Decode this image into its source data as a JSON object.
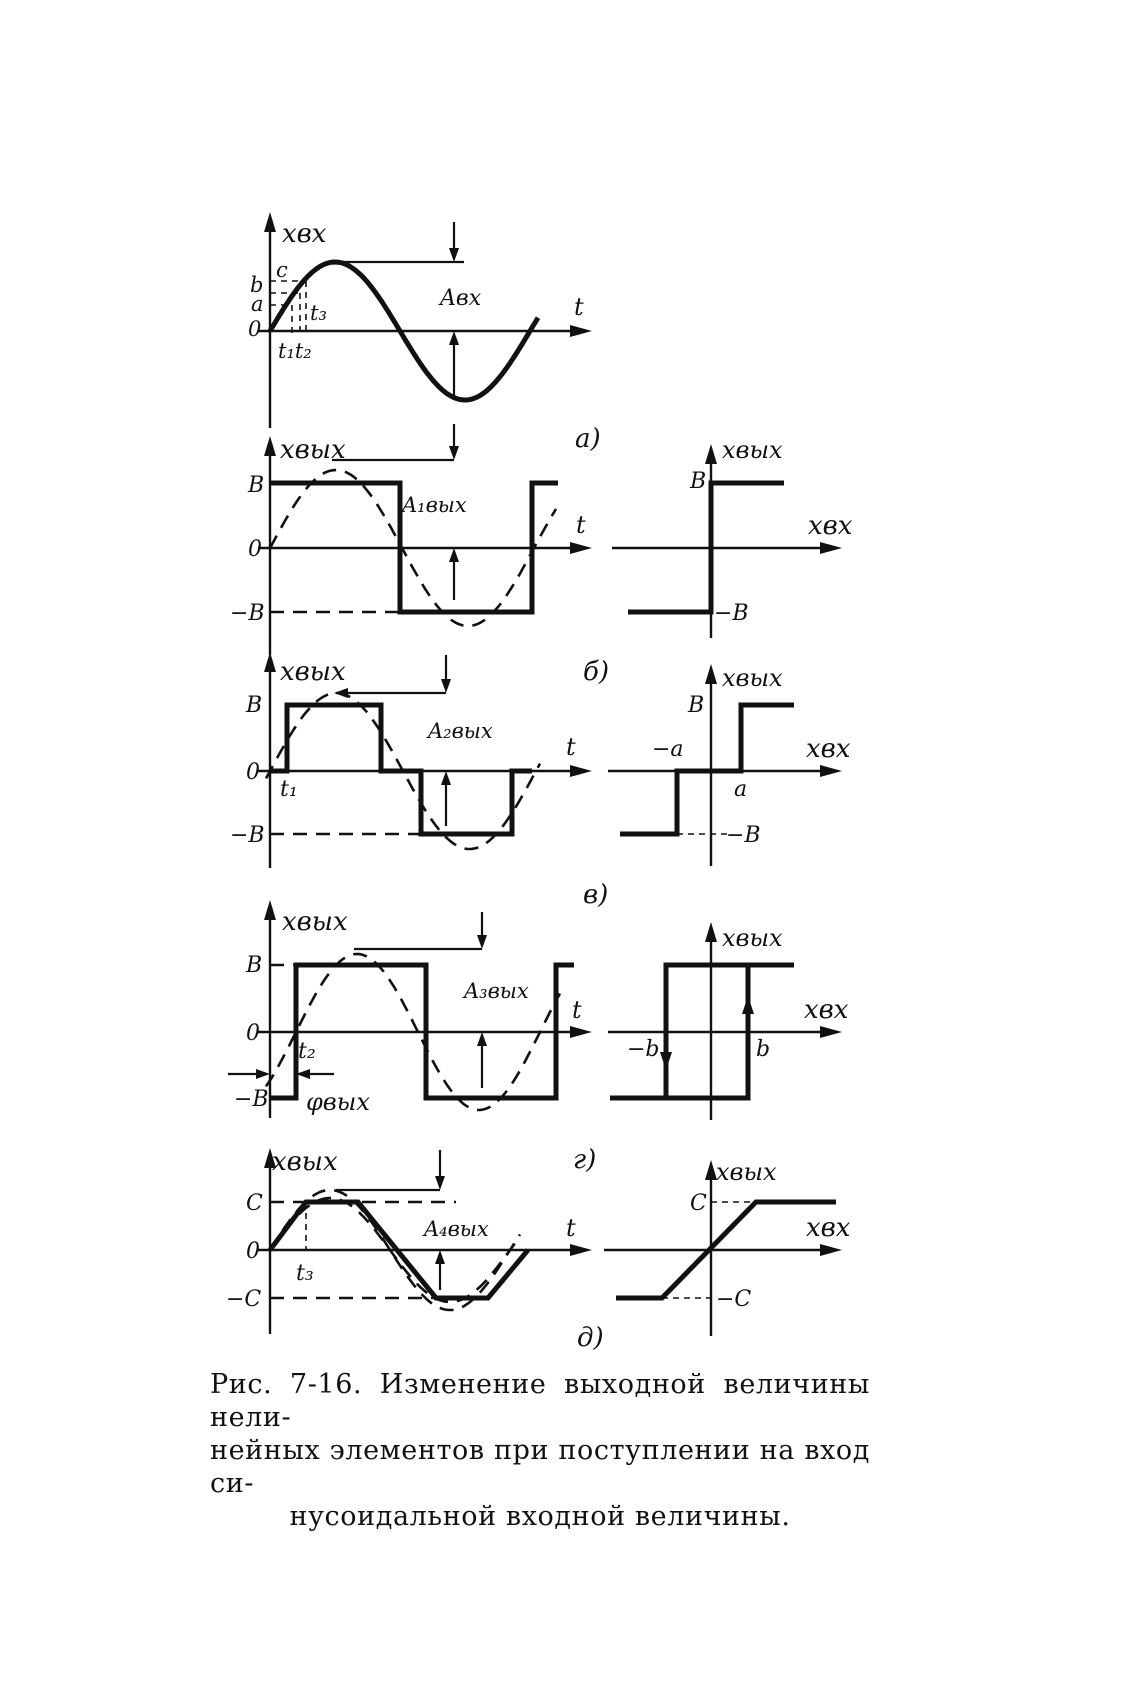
{
  "panels": [
    {
      "id": "a",
      "label": "а)",
      "y_axis_label": "xвх",
      "x_axis_label": "t",
      "amplitude_label": "Aвх",
      "level_labels": [
        "c",
        "b",
        "a",
        "0"
      ],
      "time_labels": [
        "t₁t₂",
        "t₃"
      ]
    },
    {
      "id": "b",
      "label": "б)",
      "y_axis_label": "xвых",
      "x_axis_label": "t",
      "amplitude_label": "A₁вых",
      "level_labels": [
        "B",
        "0",
        "−B"
      ],
      "characteristic": {
        "y_axis_label": "xвых",
        "x_axis_label": "xвх",
        "labels": [
          "B",
          "−B"
        ]
      }
    },
    {
      "id": "v",
      "label": "в)",
      "y_axis_label": "xвых",
      "x_axis_label": "t",
      "amplitude_label": "A₂вых",
      "level_labels": [
        "B",
        "0",
        "−B"
      ],
      "time_labels": [
        "t₁"
      ],
      "characteristic": {
        "y_axis_label": "xвых",
        "x_axis_label": "xвх",
        "labels": [
          "B",
          "−a",
          "a",
          "−B"
        ]
      }
    },
    {
      "id": "g",
      "label": "г)",
      "y_axis_label": "xвых",
      "x_axis_label": "t",
      "amplitude_label": "A₃вых",
      "level_labels": [
        "B",
        "0",
        "−B"
      ],
      "time_labels": [
        "t₂"
      ],
      "phase_label": "φвых",
      "characteristic": {
        "y_axis_label": "xвых",
        "x_axis_label": "xвх",
        "labels": [
          "−b",
          "b"
        ]
      }
    },
    {
      "id": "d",
      "label": "д)",
      "y_axis_label": "xвых",
      "x_axis_label": "t",
      "amplitude_label": "A₄вых",
      "level_labels": [
        "C",
        "0",
        "−C"
      ],
      "time_labels": [
        "t₃"
      ],
      "characteristic": {
        "y_axis_label": "xвых",
        "x_axis_label": "xвх",
        "labels": [
          "C",
          "−C"
        ]
      }
    }
  ],
  "caption": {
    "line1": "Рис. 7-16. Изменение выходной величины нели-",
    "line2": "нейных элементов при поступлении на вход си-",
    "line3": "нусоидальной входной величины."
  }
}
